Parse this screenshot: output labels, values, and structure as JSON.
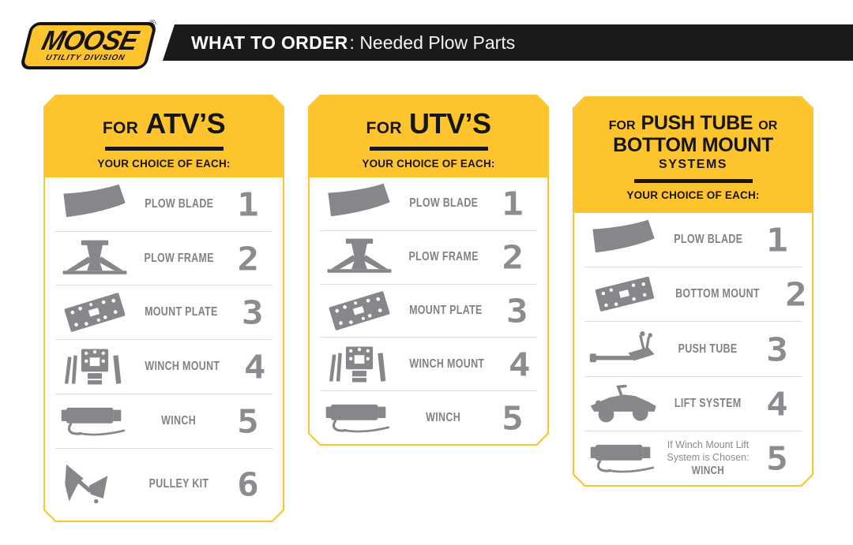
{
  "colors": {
    "brand_yellow": "#FEC42D",
    "banner_black": "#1A1A1A",
    "part_gray": "#85878A",
    "label_gray": "#808285",
    "divider_gray": "#DCDCDC"
  },
  "header": {
    "logo_brand": "MOOSE",
    "logo_sub": "UTILITY DIVISION",
    "registered": "®",
    "banner_title_bold": "WHAT TO ORDER",
    "banner_title_rest": ": Needed Plow Parts"
  },
  "columns": [
    {
      "id": "atv",
      "title_prefix": "FOR",
      "title_main": "ATV’S",
      "subtitle": "YOUR CHOICE OF EACH:",
      "rows": [
        {
          "icon": "plow-blade-icon",
          "label": "PLOW BLADE",
          "number": "1"
        },
        {
          "icon": "plow-frame-icon",
          "label": "PLOW FRAME",
          "number": "2"
        },
        {
          "icon": "mount-plate-icon",
          "label": "MOUNT PLATE",
          "number": "3"
        },
        {
          "icon": "winch-mount-icon",
          "label": "WINCH MOUNT",
          "number": "4"
        },
        {
          "icon": "winch-icon",
          "label": "WINCH",
          "number": "5"
        },
        {
          "icon": "pulley-kit-icon",
          "label": "PULLEY KIT",
          "number": "6"
        }
      ]
    },
    {
      "id": "utv",
      "title_prefix": "FOR",
      "title_main": "UTV’S",
      "subtitle": "YOUR CHOICE OF EACH:",
      "rows": [
        {
          "icon": "plow-blade-icon",
          "label": "PLOW BLADE",
          "number": "1"
        },
        {
          "icon": "plow-frame-icon",
          "label": "PLOW FRAME",
          "number": "2"
        },
        {
          "icon": "mount-plate-icon",
          "label": "MOUNT PLATE",
          "number": "3"
        },
        {
          "icon": "winch-mount-icon",
          "label": "WINCH MOUNT",
          "number": "4"
        },
        {
          "icon": "winch-icon",
          "label": "WINCH",
          "number": "5"
        }
      ]
    },
    {
      "id": "push-tube-bottom-mount",
      "title_line1_prefix": "FOR",
      "title_line1_main": "PUSH TUBE",
      "title_line1_suffix": "OR",
      "title_line2": "BOTTOM MOUNT",
      "title_line3": "SYSTEMS",
      "subtitle": "YOUR CHOICE OF EACH:",
      "rows": [
        {
          "icon": "plow-blade-icon",
          "label": "PLOW BLADE",
          "number": "1"
        },
        {
          "icon": "bottom-mount-icon",
          "label": "BOTTOM MOUNT",
          "number": "2"
        },
        {
          "icon": "push-tube-icon",
          "label": "PUSH TUBE",
          "number": "3"
        },
        {
          "icon": "lift-system-icon",
          "label": "LIFT SYSTEM",
          "number": "4"
        },
        {
          "icon": "winch-icon",
          "note": "If Winch Mount Lift System is Chosen:",
          "label": "WINCH",
          "number": "5"
        }
      ]
    }
  ]
}
